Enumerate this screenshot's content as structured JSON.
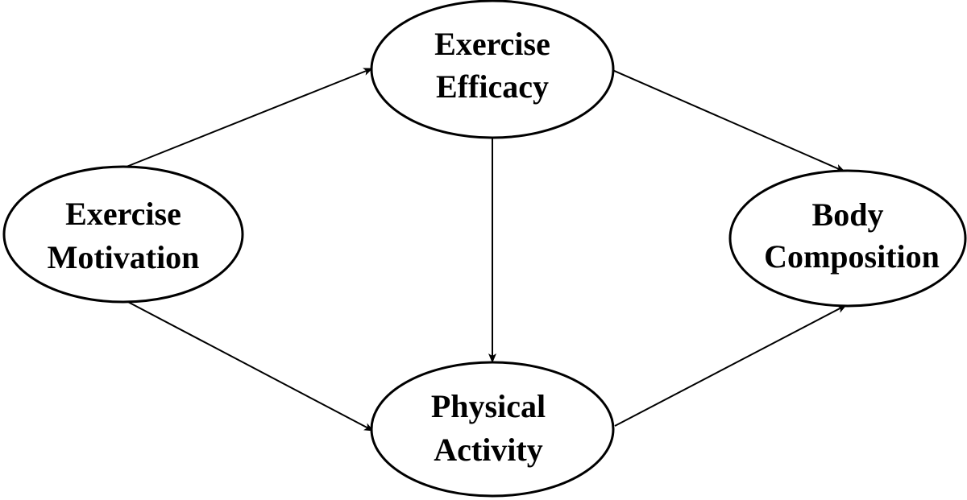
{
  "nodes": {
    "exercise_efficacy": {
      "line1": "Exercise",
      "line2": "Efficacy"
    },
    "exercise_motivation": {
      "line1": "Exercise",
      "line2": "Motivation"
    },
    "physical_activity": {
      "line1": "Physical",
      "line2": "Activity"
    },
    "body_composition": {
      "line1": "Body",
      "line2": "Composition"
    }
  },
  "edges": [
    {
      "from": "Exercise Motivation",
      "to": "Exercise Efficacy"
    },
    {
      "from": "Exercise Motivation",
      "to": "Physical Activity"
    },
    {
      "from": "Exercise Efficacy",
      "to": "Physical Activity"
    },
    {
      "from": "Exercise Efficacy",
      "to": "Body Composition"
    },
    {
      "from": "Physical Activity",
      "to": "Body Composition"
    }
  ],
  "colors": {
    "stroke": "#000000",
    "background": "#ffffff"
  }
}
